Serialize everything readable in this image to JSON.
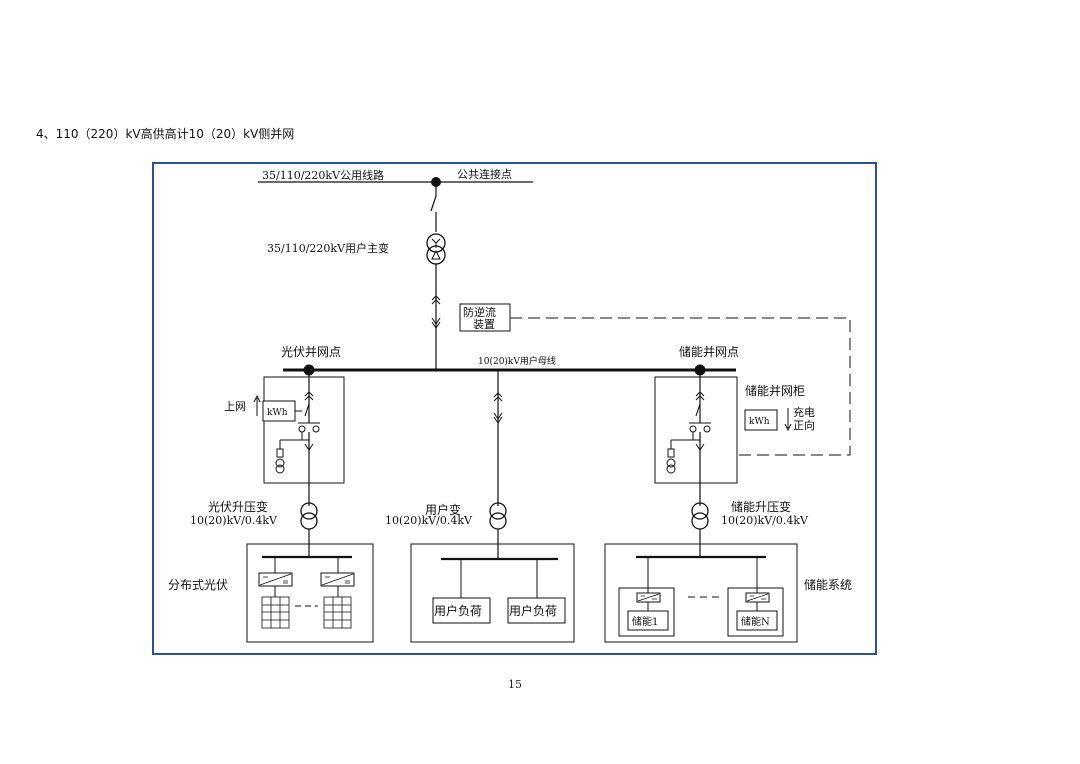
{
  "page": {
    "heading": "4、110（220）kV高供高计10（20）kV侧并网",
    "page_number": "15"
  },
  "diagram": {
    "line_label": "35/110/220kV公用线路",
    "pcc_label": "公共连接点",
    "main_transformer_label": "35/110/220kV用户主变",
    "anti_backflow_label_1": "防逆流",
    "anti_backflow_label_2": "装置",
    "pv_point_label": "光伏并网点",
    "busbar_label": "10(20)kV用户母线",
    "storage_point_label": "储能并网点",
    "grid_up_label": "上网",
    "meter_label_left": "kWh",
    "storage_cabinet_label": "储能并网柜",
    "meter_label_right": "kWh",
    "charge_label_1": "充电",
    "charge_label_2": "正向",
    "pv_transformer_label": "光伏升压变",
    "pv_transformer_ratio": "10(20)kV/0.4kV",
    "user_transformer_label": "用户变",
    "user_transformer_ratio": "10(20)kV/0.4kV",
    "storage_transformer_label": "储能升压变",
    "storage_transformer_ratio": "10(20)kV/0.4kV",
    "pv_system_label": "分布式光伏",
    "load_1_label": "用户负荷",
    "load_2_label": "用户负荷",
    "storage_1_label": "储能1",
    "storage_n_label": "储能N",
    "storage_system_label": "储能系统"
  }
}
